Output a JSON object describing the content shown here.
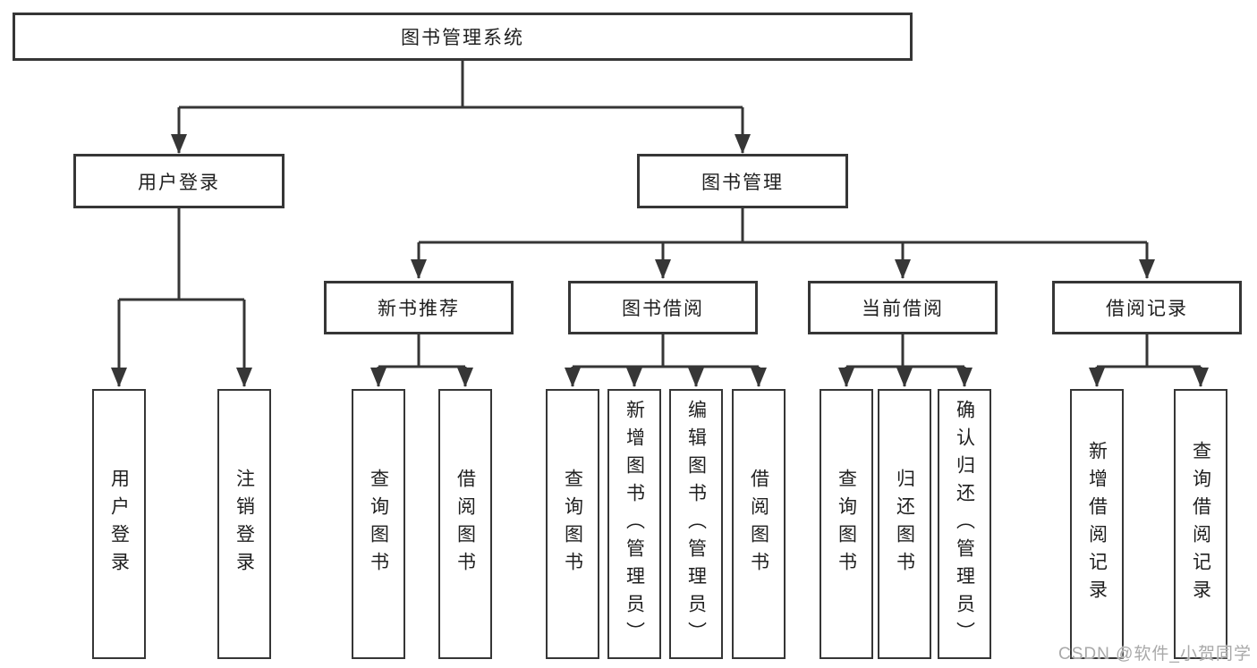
{
  "diagram_type": "hierarchy-tree",
  "colors": {
    "line": "#363636",
    "text": "#1f1f1f",
    "watermark": "#a9a9a9",
    "box_bg": "#ffffff"
  },
  "root": {
    "label": "图书管理系统",
    "children": [
      {
        "label": "用户登录",
        "children": [
          {
            "label": "用户登录"
          },
          {
            "label": "注销登录"
          }
        ]
      },
      {
        "label": "图书管理",
        "children": [
          {
            "label": "新书推荐",
            "children": [
              {
                "label": "查询图书"
              },
              {
                "label": "借阅图书"
              }
            ]
          },
          {
            "label": "图书借阅",
            "children": [
              {
                "label": "查询图书"
              },
              {
                "label": "新增图书（管理员）"
              },
              {
                "label": "编辑图书（管理员）"
              },
              {
                "label": "借阅图书"
              }
            ]
          },
          {
            "label": "当前借阅",
            "children": [
              {
                "label": "查询图书"
              },
              {
                "label": "归还图书"
              },
              {
                "label": "确认归还（管理员）"
              }
            ]
          },
          {
            "label": "借阅记录",
            "children": [
              {
                "label": "新增借阅记录"
              },
              {
                "label": "查询借阅记录"
              }
            ]
          }
        ]
      }
    ]
  },
  "watermark": "CSDN @软件_小贺同学"
}
